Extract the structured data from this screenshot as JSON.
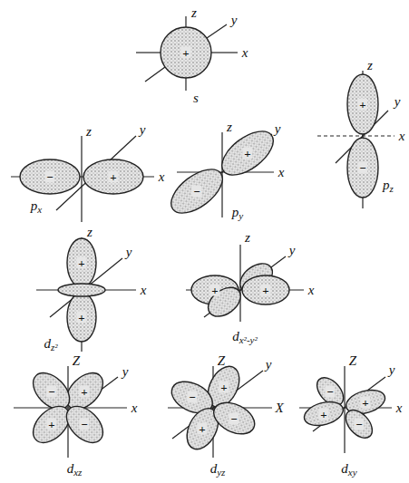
{
  "diagram": {
    "labels": [
      "z",
      "y",
      "x",
      "+",
      "s",
      "z",
      "y",
      "x",
      "−",
      "+",
      "px",
      "z",
      "y",
      "x",
      "+",
      "−",
      "py",
      "z",
      "y",
      "x",
      "+",
      "−",
      "pz",
      "z",
      "y",
      "x",
      "+",
      "+",
      "dz²",
      "z",
      "y",
      "x",
      "+",
      "+",
      "dx²-y²",
      "Z",
      "y",
      "x",
      "+",
      "−",
      "+",
      "−",
      "dxz",
      "Z",
      "y",
      "X",
      "+",
      "−",
      "+",
      "−",
      "dyz",
      "Z",
      "y",
      "x",
      "+",
      "−",
      "+",
      "−",
      "dxy"
    ]
  }
}
